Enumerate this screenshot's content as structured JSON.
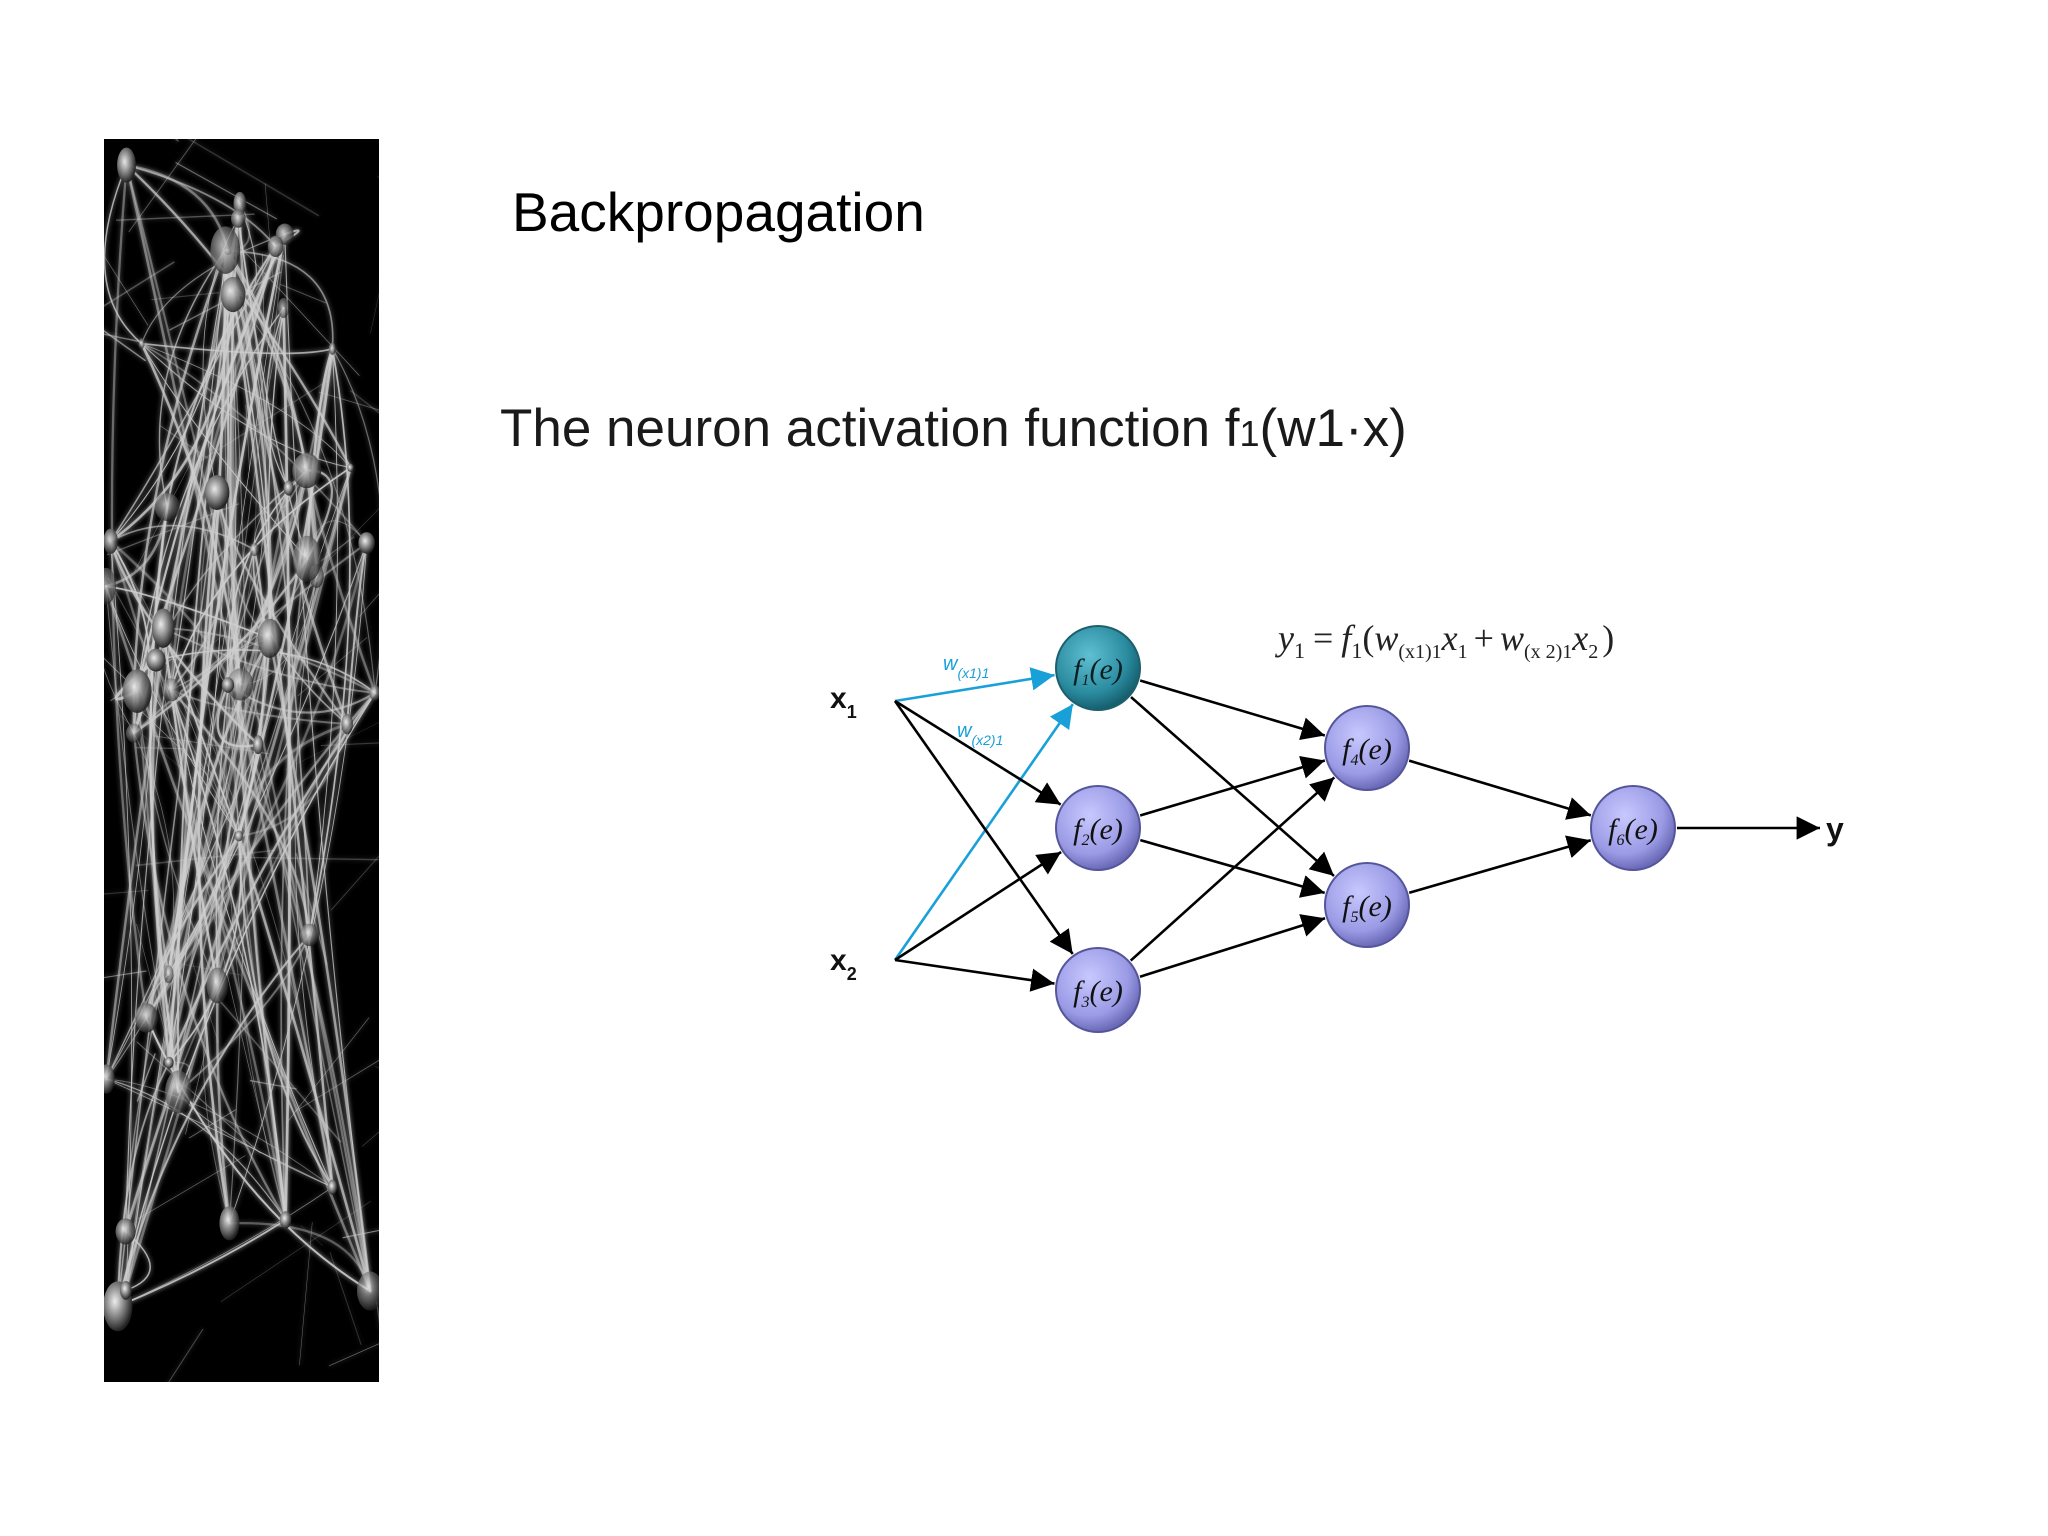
{
  "slide": {
    "title": "Backpropagation",
    "subtitle_prefix": "The neuron activation function f",
    "subtitle_sub": "1",
    "subtitle_suffix": "(w1·x)"
  },
  "decorative_image": "neuron-network-photo",
  "diagram": {
    "inputs": [
      {
        "id": "x1",
        "label": "x",
        "sub": "1"
      },
      {
        "id": "x2",
        "label": "x",
        "sub": "2"
      }
    ],
    "nodes": [
      {
        "id": "f1",
        "fn": "f",
        "sub": "1",
        "arg": "(e)",
        "highlighted": true
      },
      {
        "id": "f2",
        "fn": "f",
        "sub": "2",
        "arg": "(e)",
        "highlighted": false
      },
      {
        "id": "f3",
        "fn": "f",
        "sub": "3",
        "arg": "(e)",
        "highlighted": false
      },
      {
        "id": "f4",
        "fn": "f",
        "sub": "4",
        "arg": "(e)",
        "highlighted": false
      },
      {
        "id": "f5",
        "fn": "f",
        "sub": "5",
        "arg": "(e)",
        "highlighted": false
      },
      {
        "id": "f6",
        "fn": "f",
        "sub": "6",
        "arg": "(e)",
        "highlighted": false
      }
    ],
    "output": {
      "label": "y"
    },
    "weights": [
      {
        "w": "w",
        "sub": "(x1)1"
      },
      {
        "w": "w",
        "sub": "(x2)1"
      }
    ],
    "equation": {
      "lhs": "y",
      "lhs_sub": "1",
      "equals": "=",
      "fn": "f",
      "fn_sub": "1",
      "open": "(",
      "w1": "w",
      "w1_sub": "(x1)1",
      "x1": "x",
      "x1_sub": "1",
      "plus": "+",
      "w2": "w",
      "w2_sub": "(x 2)1",
      "x2": "x",
      "x2_sub": "2",
      "close": ")"
    },
    "colors": {
      "highlight_edge": "#1aa0d8",
      "highlight_node": "#2a8a9e",
      "node_fill": "#9b9be6",
      "edge": "#000000"
    }
  }
}
